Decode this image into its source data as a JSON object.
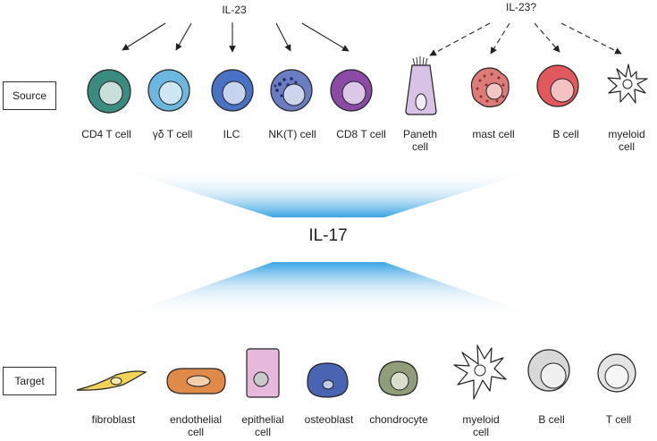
{
  "il23_label": "IL-23",
  "il23q_label": "IL-23?",
  "center_label": "IL-17",
  "source_label": "Source",
  "target_label": "Target",
  "source_cells": [
    {
      "label": "CD4 T cell",
      "icon": "cd4-t-cell-icon",
      "color": "#3b8c80"
    },
    {
      "label": "γδ T cell",
      "icon": "gd-t-cell-icon",
      "color": "#6cb7df"
    },
    {
      "label": "ILC",
      "icon": "ilc-icon",
      "color": "#4a72c4"
    },
    {
      "label": "NK(T) cell",
      "icon": "nk-t-cell-icon",
      "color": "#6a7cc2"
    },
    {
      "label": "CD8 T cell",
      "icon": "cd8-t-cell-icon",
      "color": "#8a4aa6"
    },
    {
      "label": "Paneth\ncell",
      "icon": "paneth-cell-icon",
      "color": "#d8c3e6"
    },
    {
      "label": "mast cell",
      "icon": "mast-cell-icon",
      "color": "#dc7b78"
    },
    {
      "label": "B cell",
      "icon": "b-cell-icon",
      "color": "#e2595d"
    },
    {
      "label": "myeloid\ncell",
      "icon": "myeloid-cell-icon",
      "color": "#ffffff"
    }
  ],
  "target_cells": [
    {
      "label": "fibroblast",
      "icon": "fibroblast-icon",
      "color": "#f2d35a"
    },
    {
      "label": "endothelial\ncell",
      "icon": "endothelial-cell-icon",
      "color": "#e08a4a"
    },
    {
      "label": "epithelial\ncell",
      "icon": "epithelial-cell-icon",
      "color": "#e6b8dc"
    },
    {
      "label": "osteoblast",
      "icon": "osteoblast-icon",
      "color": "#4a64b4"
    },
    {
      "label": "chondrocyte",
      "icon": "chondrocyte-icon",
      "color": "#8f9d78"
    },
    {
      "label": "myeloid\ncell",
      "icon": "myeloid-cell-icon",
      "color": "#ffffff"
    },
    {
      "label": "B cell",
      "icon": "b-cell-icon",
      "color": "#d8d8d8"
    },
    {
      "label": "T cell",
      "icon": "t-cell-icon",
      "color": "#e4e4e4"
    }
  ]
}
